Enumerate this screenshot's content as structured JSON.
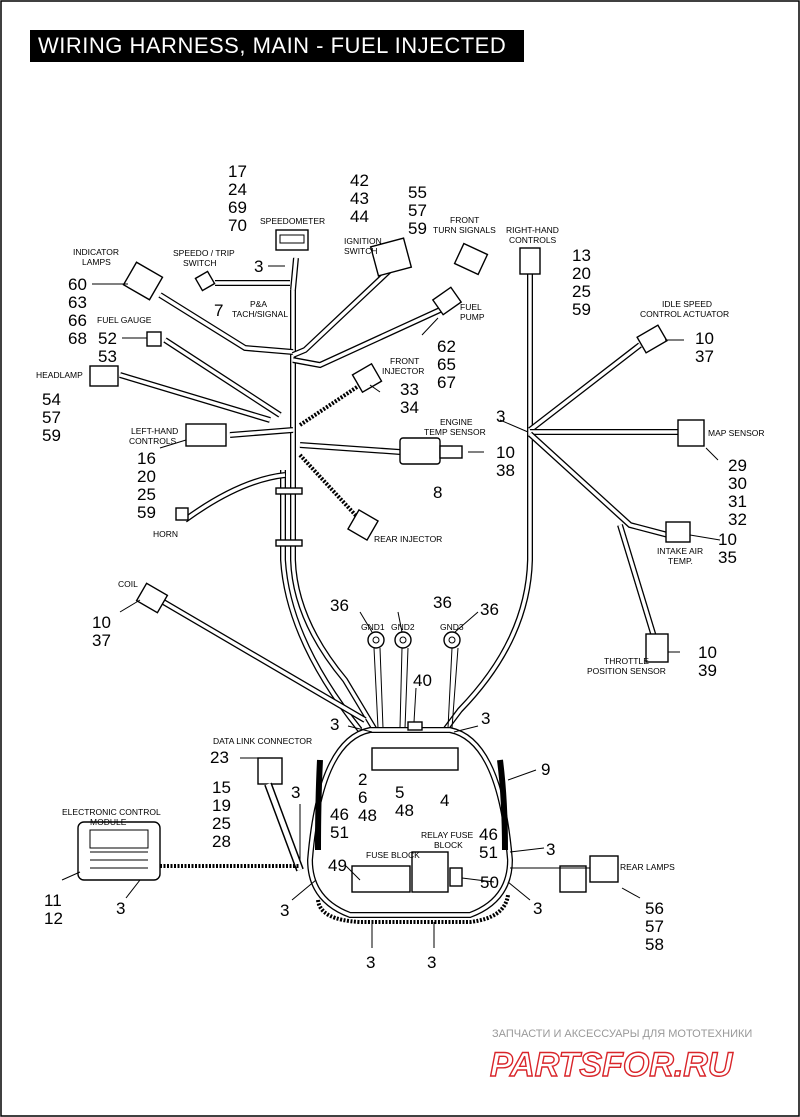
{
  "title": "WIRING HARNESS, MAIN - FUEL INJECTED",
  "labels": {
    "speedometer": "SPEEDOMETER",
    "speedo_trip_1": "SPEEDO / TRIP",
    "speedo_trip_2": "SWITCH",
    "indicator_1": "INDICATOR",
    "indicator_2": "LAMPS",
    "ignition_1": "IGNITION",
    "ignition_2": "SWITCH",
    "front_turn_1": "FRONT",
    "front_turn_2": "TURN SIGNALS",
    "rh_controls_1": "RIGHT-HAND",
    "rh_controls_2": "CONTROLS",
    "pa_1": "P&A",
    "pa_2": "TACH/SIGNAL",
    "fuel_pump_1": "FUEL",
    "fuel_pump_2": "PUMP",
    "fuel_gauge": "FUEL GAUGE",
    "headlamp": "HEADLAMP",
    "front_injector_1": "FRONT",
    "front_injector_2": "INJECTOR",
    "idle_speed_1": "IDLE SPEED",
    "idle_speed_2": "CONTROL ACTUATOR",
    "lh_controls_1": "LEFT-HAND",
    "lh_controls_2": "CONTROLS",
    "engine_temp_1": "ENGINE",
    "engine_temp_2": "TEMP SENSOR",
    "map_sensor": "MAP SENSOR",
    "horn": "HORN",
    "rear_injector": "REAR INJECTOR",
    "intake_1": "INTAKE AIR",
    "intake_2": "TEMP.",
    "coil": "COIL",
    "gnd1": "GND1",
    "gnd2": "GND2",
    "gnd3": "GND3",
    "throttle_1": "THROTTLE",
    "throttle_2": "POSITION SENSOR",
    "data_link": "DATA LINK CONNECTOR",
    "ecm_1": "ELECTRONIC CONTROL",
    "ecm_2": "MODULE",
    "relay_1": "RELAY FUSE",
    "relay_2": "BLOCK",
    "fuse_block": "FUSE BLOCK",
    "rear_lamps": "REAR LAMPS"
  },
  "callouts": {
    "speedo": [
      "17",
      "24",
      "69",
      "70"
    ],
    "ignition": [
      "42",
      "43",
      "44"
    ],
    "front_turn": [
      "55",
      "57",
      "59"
    ],
    "rh_controls": [
      "13",
      "20",
      "25",
      "59"
    ],
    "speedo_clip": "3",
    "speedo_trip": "7",
    "indicator": [
      "60",
      "63",
      "66",
      "68"
    ],
    "fuel_gauge": [
      "52",
      "53"
    ],
    "fuel_pump": [
      "62",
      "65",
      "67"
    ],
    "idle_speed": [
      "10",
      "37"
    ],
    "headlamp": [
      "54",
      "57",
      "59"
    ],
    "front_injector": [
      "33",
      "34"
    ],
    "right_clip": "3",
    "engine_temp": [
      "10",
      "38"
    ],
    "map_sensor": [
      "29",
      "30",
      "31",
      "32"
    ],
    "lh_controls": [
      "16",
      "20",
      "25",
      "59"
    ],
    "engine_temp_8": "8",
    "intake": [
      "10",
      "35"
    ],
    "coil": [
      "10",
      "37"
    ],
    "gnd1": "36",
    "gnd2": "36",
    "gnd3": "36",
    "throttle": [
      "10",
      "39"
    ],
    "item40": "40",
    "clip_left_top": "3",
    "clip_right_top": "3",
    "data_link": "23",
    "harness_9": "9",
    "data_link_parts": [
      "15",
      "19",
      "25",
      "28"
    ],
    "clip_dlc": "3",
    "center_nums": [
      "2",
      "6",
      "48"
    ],
    "center_nums2": [
      "5",
      "48"
    ],
    "center_4": "4",
    "fuse_46_l": [
      "46",
      "51"
    ],
    "fuse_46_r": [
      "46",
      "51"
    ],
    "clip_right_mid": "3",
    "item49": "49",
    "item50": "50",
    "ecm": [
      "11",
      "12"
    ],
    "clip_ecm": "3",
    "clip_bl": "3",
    "clip_br": "3",
    "clip_b1": "3",
    "clip_b2": "3",
    "rear_lamps": [
      "56",
      "57",
      "58"
    ]
  },
  "watermark": {
    "line1": "ЗАПЧАСТИ И АКСЕССУАРЫ ДЛЯ МОТОТЕХНИКИ",
    "line2": "PARTSFOR.RU"
  }
}
